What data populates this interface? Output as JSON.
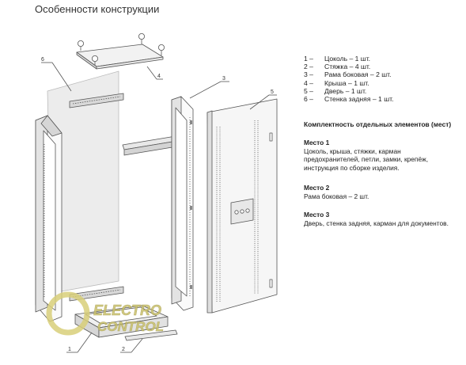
{
  "title": "Особенности конструкции",
  "callouts": [
    "1",
    "2",
    "3",
    "4",
    "5",
    "6"
  ],
  "legend": [
    {
      "num": "1 –",
      "text": "Цоколь – 1 шт."
    },
    {
      "num": "2 –",
      "text": "Стяжка – 4 шт."
    },
    {
      "num": "3 –",
      "text": "Рама боковая – 2 шт."
    },
    {
      "num": "4 –",
      "text": "Крыша – 1 шт."
    },
    {
      "num": "5 –",
      "text": "Дверь – 1 шт."
    },
    {
      "num": "6 –",
      "text": "Стенка задняя – 1 шт."
    }
  ],
  "kit": {
    "title": "Комплектность отдельных элементов (мест)",
    "places": [
      {
        "heading": "Место 1",
        "lines": [
          "Цоколь, крыша, стяжки, карман",
          "предохранителей, петли, замки, крепёж,",
          "инструкция по сборке изделия."
        ]
      },
      {
        "heading": "Место 2",
        "lines": [
          "Рама боковая – 2 шт."
        ]
      },
      {
        "heading": "Место 3",
        "lines": [
          "Дверь, стенка задняя, карман для документов."
        ]
      }
    ]
  },
  "watermark": {
    "line1": "ELECTRO",
    "line2": "CONTROL"
  },
  "colors": {
    "line": "#555555",
    "watermark": "#c9c06a",
    "watermark_ring": "#d9cf7a"
  }
}
